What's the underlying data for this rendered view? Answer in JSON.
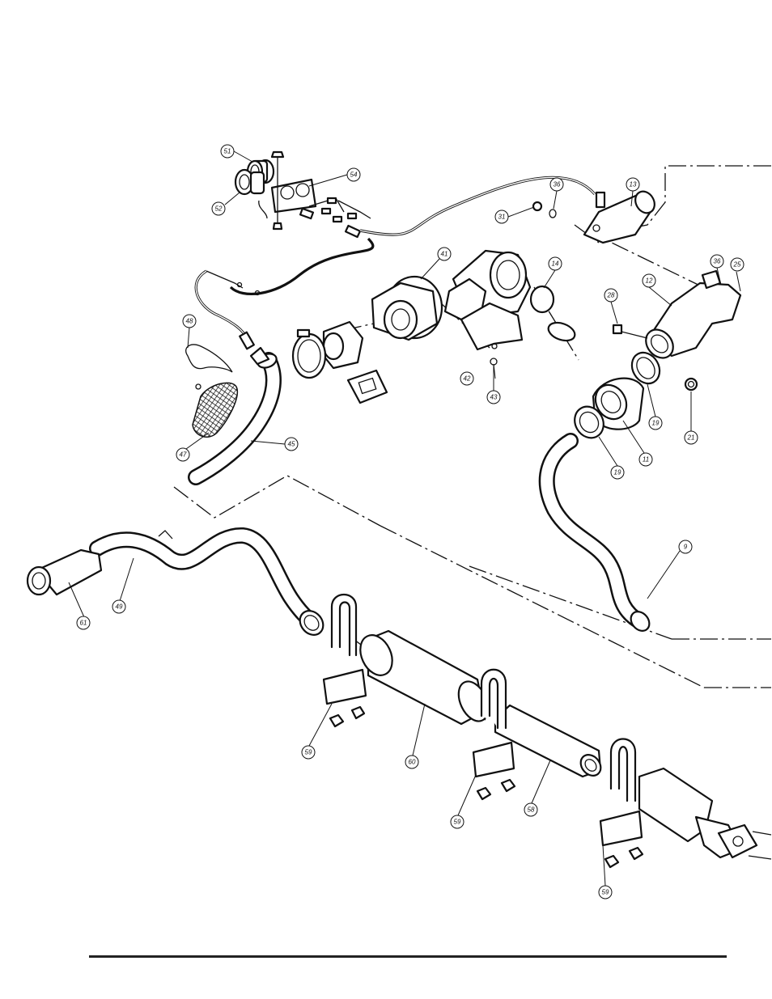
{
  "diagram": {
    "callouts": [
      {
        "id": "c51",
        "label": "51"
      },
      {
        "id": "c52",
        "label": "52"
      },
      {
        "id": "c54",
        "label": "54"
      },
      {
        "id": "c36a",
        "label": "36"
      },
      {
        "id": "c31",
        "label": "31"
      },
      {
        "id": "c13",
        "label": "13"
      },
      {
        "id": "c41",
        "label": "41"
      },
      {
        "id": "c14",
        "label": "14"
      },
      {
        "id": "c36b",
        "label": "36"
      },
      {
        "id": "c25",
        "label": "25"
      },
      {
        "id": "c12",
        "label": "12"
      },
      {
        "id": "c28",
        "label": "28"
      },
      {
        "id": "c48",
        "label": "48"
      },
      {
        "id": "c42",
        "label": "42"
      },
      {
        "id": "c43",
        "label": "43"
      },
      {
        "id": "c47",
        "label": "47"
      },
      {
        "id": "c45",
        "label": "45"
      },
      {
        "id": "c19a",
        "label": "19"
      },
      {
        "id": "c21",
        "label": "21"
      },
      {
        "id": "c19b",
        "label": "19"
      },
      {
        "id": "c11",
        "label": "11"
      },
      {
        "id": "c9",
        "label": "9"
      },
      {
        "id": "c49",
        "label": "49"
      },
      {
        "id": "c61",
        "label": "61"
      },
      {
        "id": "c59a",
        "label": "59"
      },
      {
        "id": "c60",
        "label": "60"
      },
      {
        "id": "c59b",
        "label": "59"
      },
      {
        "id": "c58",
        "label": "58"
      },
      {
        "id": "c59c",
        "label": "59"
      }
    ]
  }
}
